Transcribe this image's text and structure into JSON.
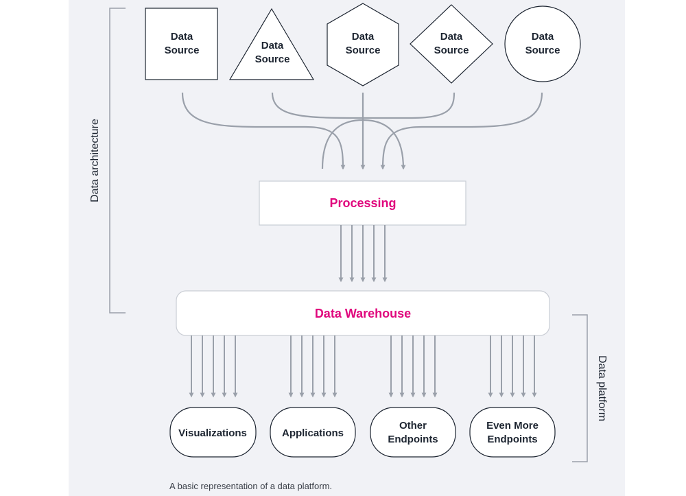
{
  "colors": {
    "background": "#f1f2f6",
    "accent": "#e0077d",
    "arrow": "#9aa0aa",
    "outline": "#1c2430"
  },
  "sources": [
    {
      "shape": "square",
      "line1": "Data",
      "line2": "Source"
    },
    {
      "shape": "triangle",
      "line1": "Data",
      "line2": "Source"
    },
    {
      "shape": "hexagon",
      "line1": "Data",
      "line2": "Source"
    },
    {
      "shape": "diamond",
      "line1": "Data",
      "line2": "Source"
    },
    {
      "shape": "circle",
      "line1": "Data",
      "line2": "Source"
    }
  ],
  "processing": {
    "label": "Processing"
  },
  "warehouse": {
    "label": "Data Warehouse"
  },
  "endpoints": [
    {
      "line1": "Visualizations",
      "line2": ""
    },
    {
      "line1": "Applications",
      "line2": ""
    },
    {
      "line1": "Other",
      "line2": "Endpoints"
    },
    {
      "line1": "Even More",
      "line2": "Endpoints"
    }
  ],
  "brackets": {
    "architecture": "Data architecture",
    "platform": "Data platform"
  },
  "caption": "A basic representation of a data platform."
}
